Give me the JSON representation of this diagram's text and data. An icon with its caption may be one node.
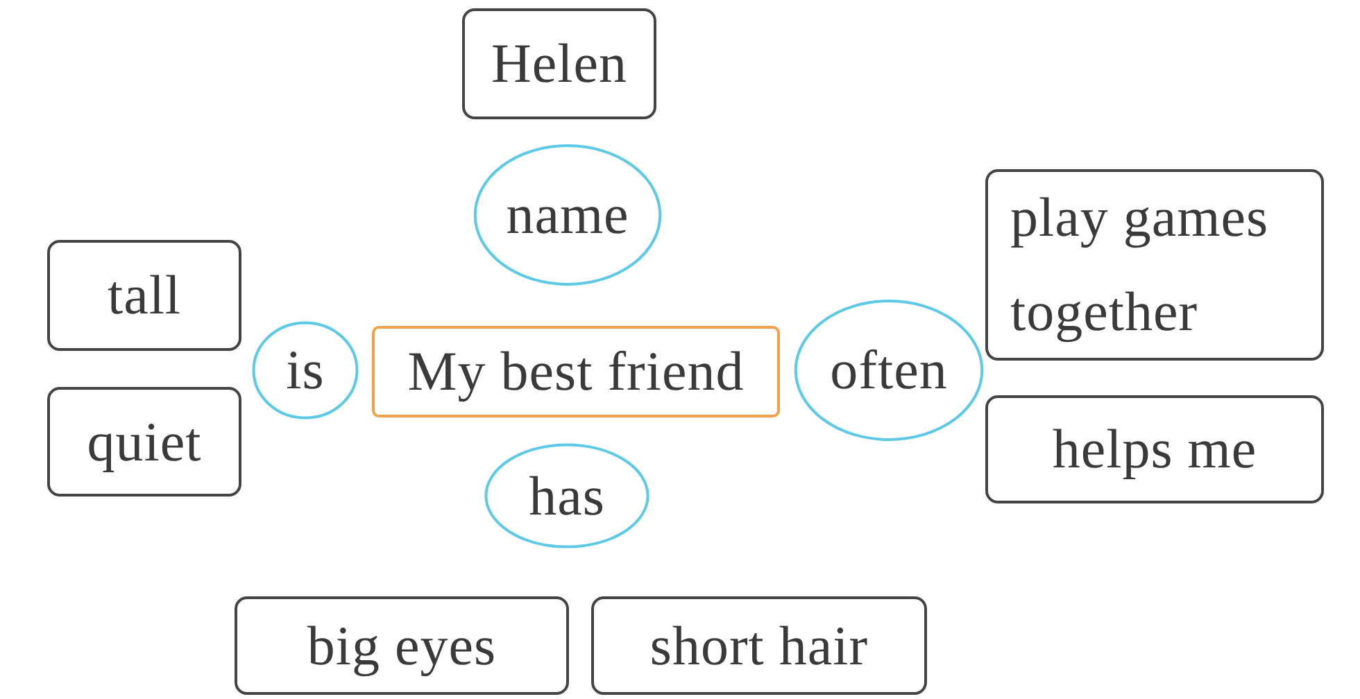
{
  "diagram": {
    "nodes": [
      {
        "text": [
          "Helen"
        ]
      },
      {
        "text": [
          "name"
        ]
      },
      {
        "text": [
          "play games together"
        ]
      },
      {
        "text": [
          "tall"
        ]
      },
      {
        "text": [
          "is"
        ]
      },
      {
        "text": [
          "My best friend"
        ]
      },
      {
        "text": [
          "often"
        ]
      },
      {
        "text": [
          "quiet"
        ]
      },
      {
        "text": [
          "helps me"
        ]
      },
      {
        "text": [
          "has"
        ]
      },
      {
        "text": [
          "big eyes"
        ]
      },
      {
        "text": [
          "short hair"
        ]
      }
    ]
  }
}
